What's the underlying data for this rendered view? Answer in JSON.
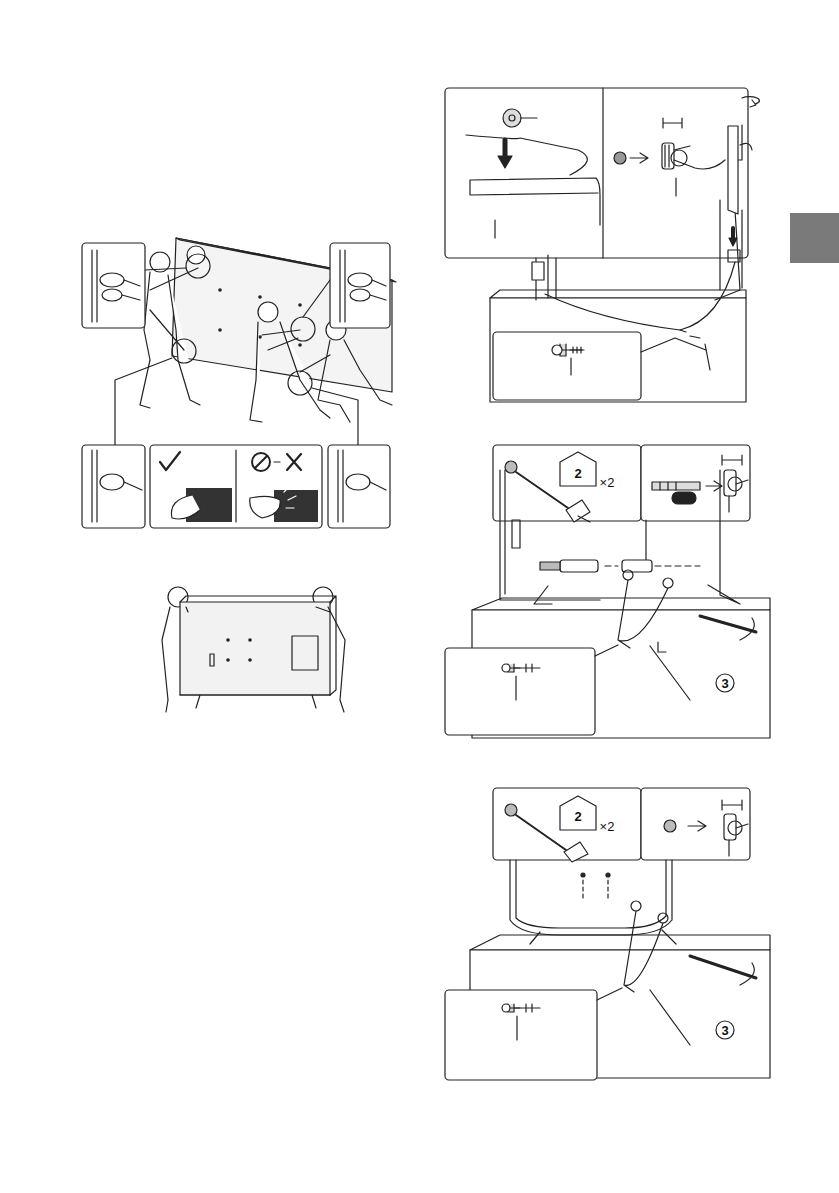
{
  "diagram": {
    "labels": [
      "2",
      "×2",
      "3",
      "2",
      "×2",
      "3"
    ]
  }
}
